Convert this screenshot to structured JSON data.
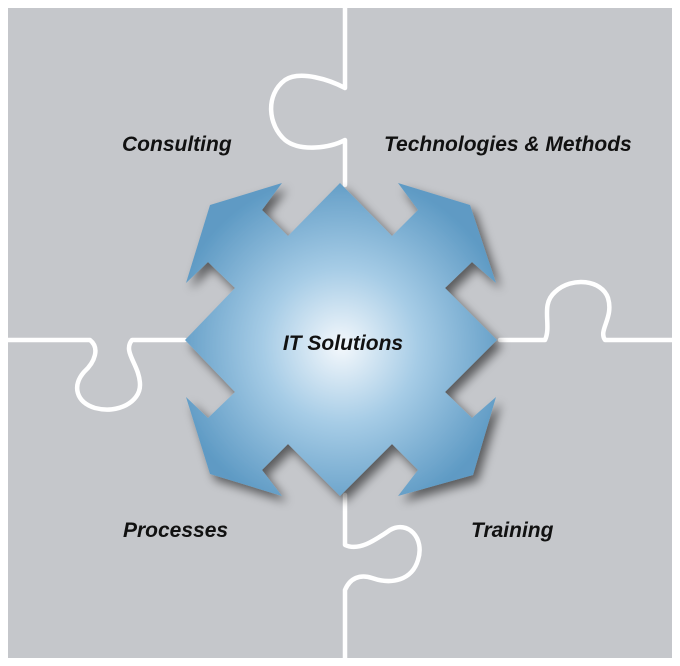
{
  "diagram": {
    "center": {
      "label": "IT Solutions"
    },
    "quadrants": [
      {
        "id": "top-left",
        "label": "Consulting"
      },
      {
        "id": "top-right",
        "label": "Technologies & Methods"
      },
      {
        "id": "bottom-left",
        "label": "Processes"
      },
      {
        "id": "bottom-right",
        "label": "Training"
      }
    ]
  },
  "colors": {
    "piece_fill": "#c5c7cb",
    "seam": "#ffffff",
    "arrow_light": "#f4f8fc",
    "arrow_mid": "#a6cce6",
    "arrow_dark": "#5e9ac4",
    "shadow": "#7b7f86"
  }
}
